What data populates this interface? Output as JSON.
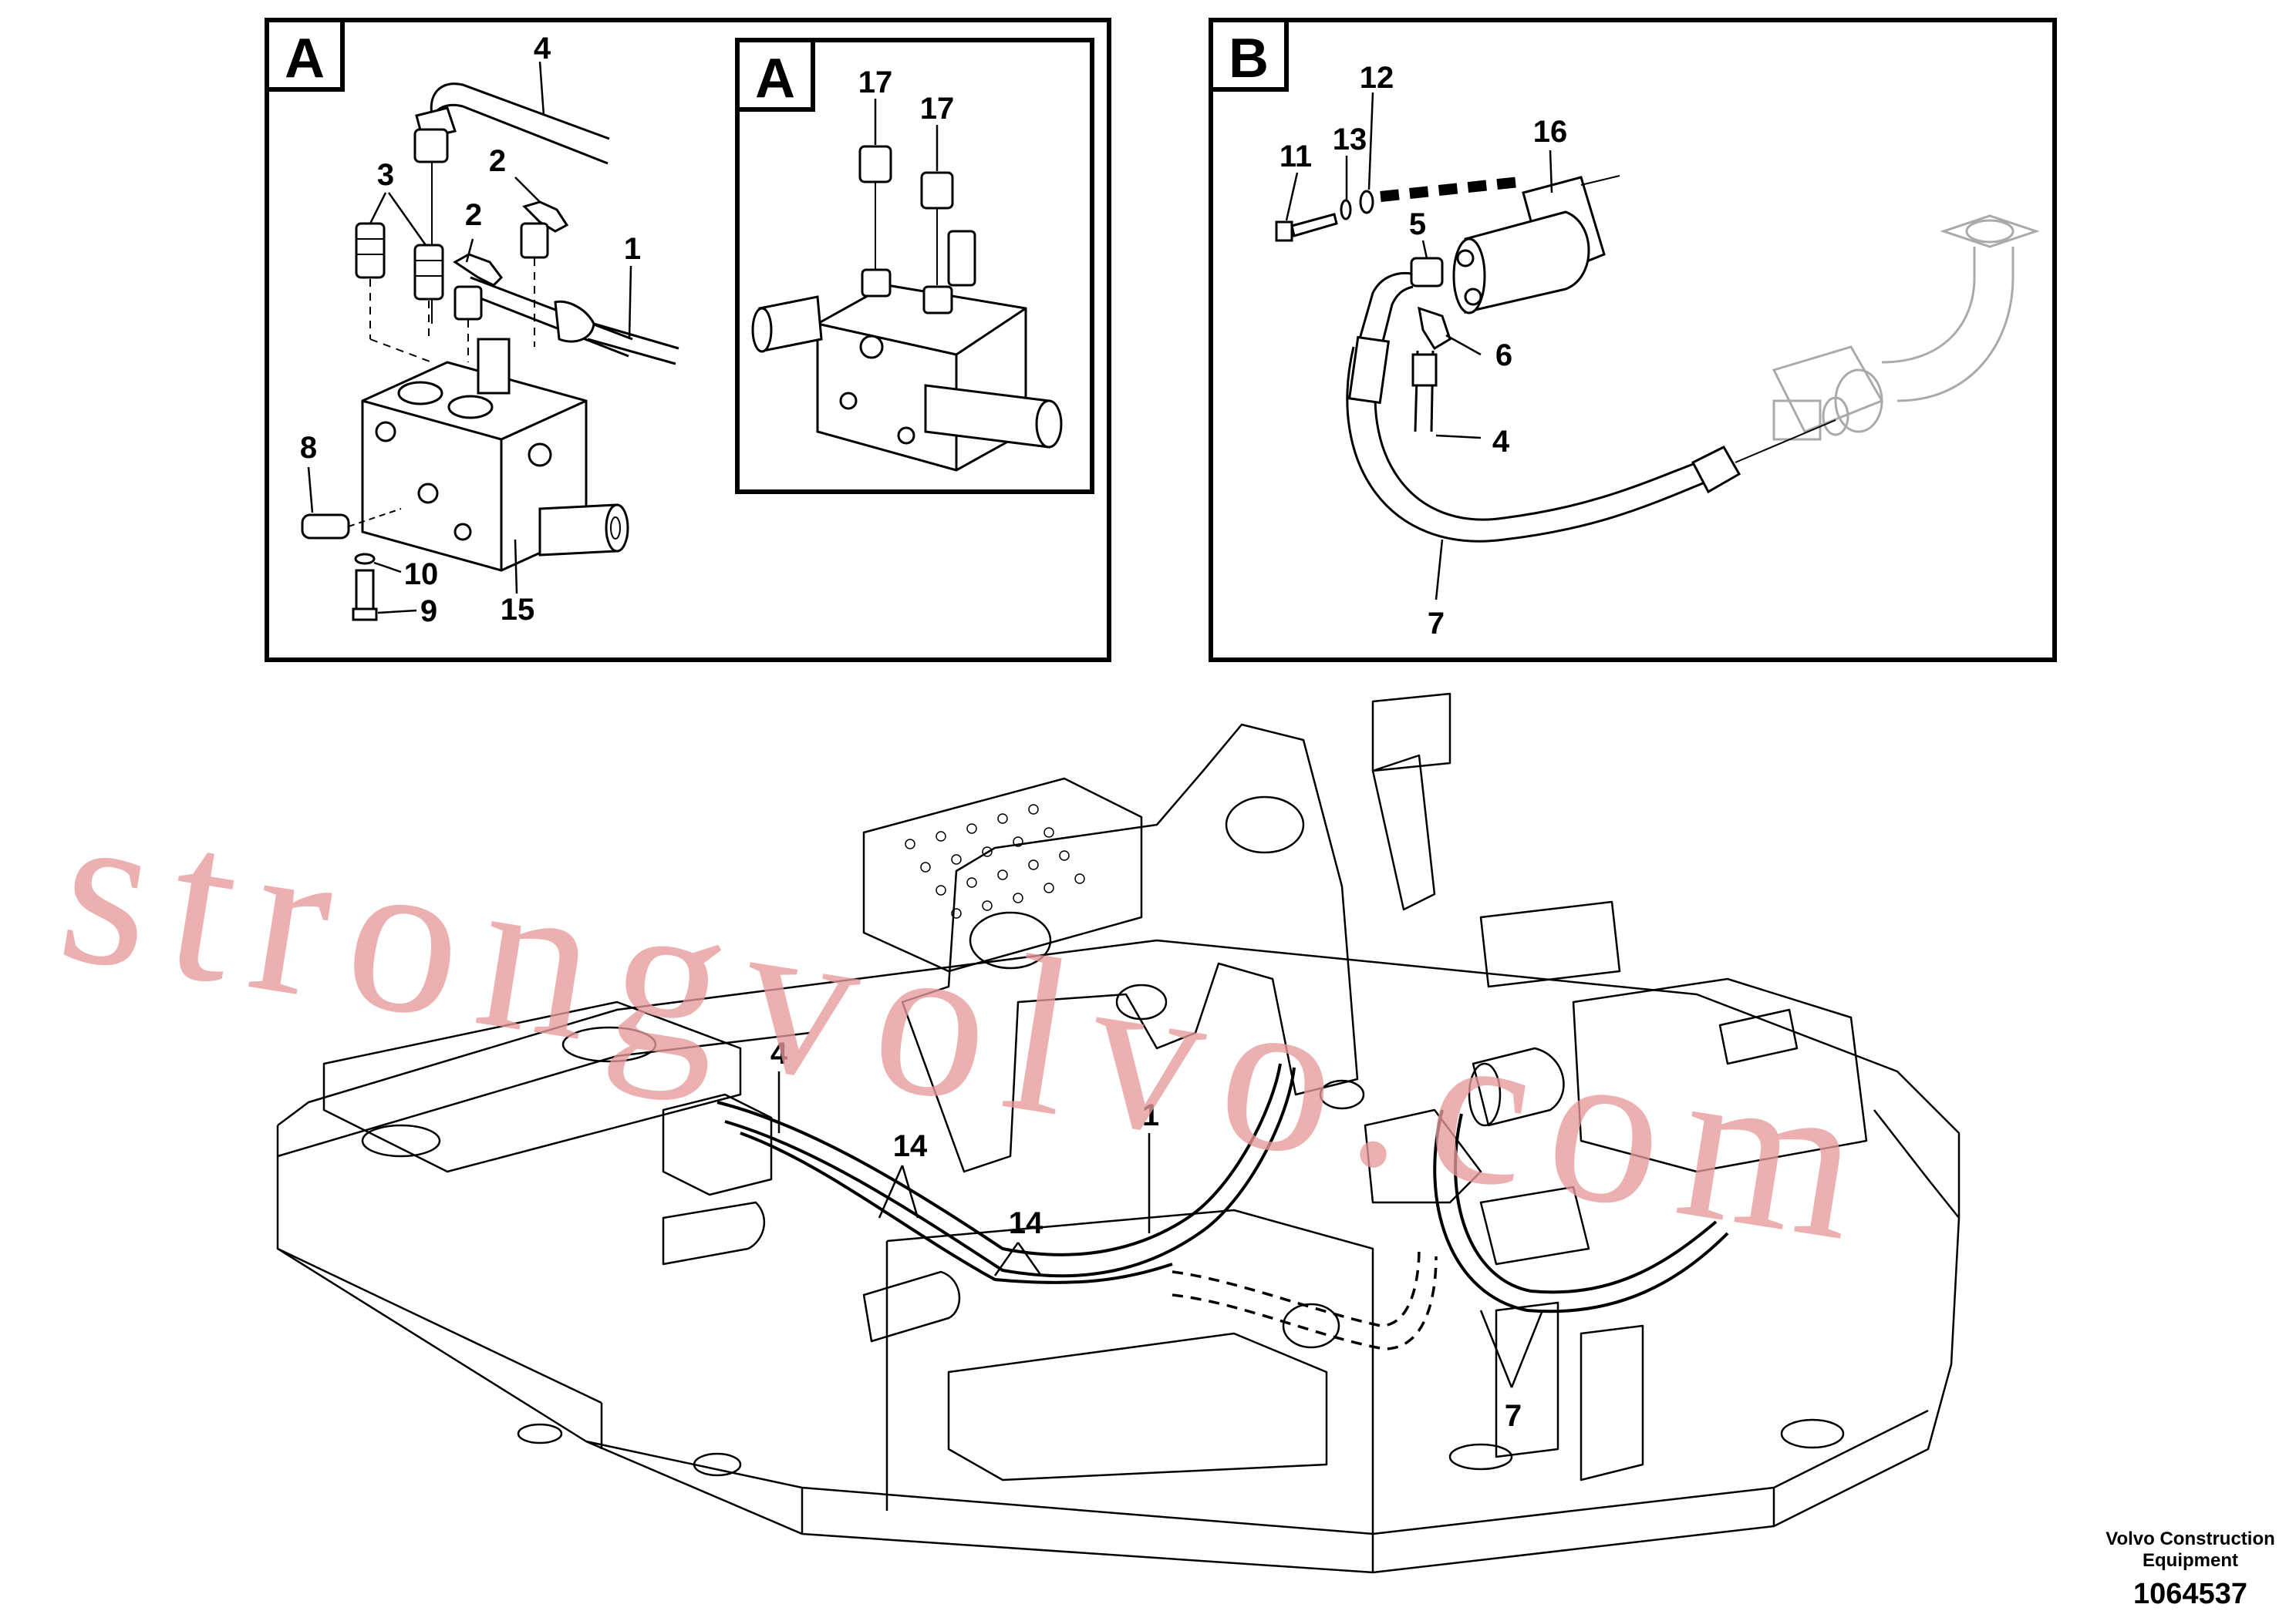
{
  "panels": {
    "a_main": {
      "letter": "A",
      "callouts": [
        "4",
        "3",
        "2",
        "2",
        "1",
        "8",
        "10",
        "9",
        "15"
      ]
    },
    "a_inset": {
      "letter": "A",
      "callouts": [
        "17",
        "17"
      ]
    },
    "b": {
      "letter": "B",
      "callouts": [
        "12",
        "13",
        "11",
        "16",
        "5",
        "6",
        "4",
        "7"
      ]
    }
  },
  "main_view": {
    "callouts": [
      "4",
      "14",
      "14",
      "1",
      "7"
    ]
  },
  "watermark": "strongvolvo.com",
  "footer": {
    "brand_line1": "Volvo Construction",
    "brand_line2": "Equipment",
    "drawing_number": "1064537"
  }
}
